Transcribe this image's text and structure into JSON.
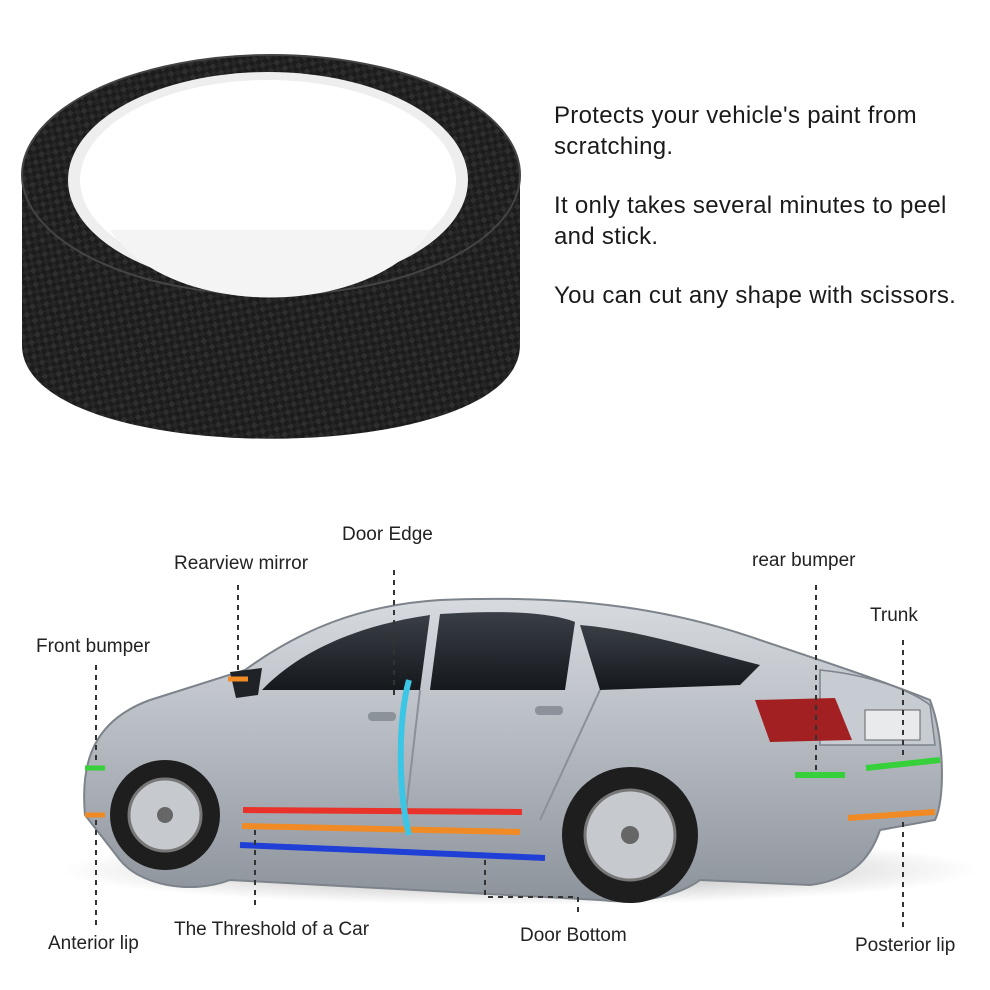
{
  "features": [
    "Protects your vehicle's paint from scratching.",
    "It only takes several minutes to peel and stick.",
    "You can cut any shape with scissors."
  ],
  "labels": {
    "door_edge": "Door Edge",
    "rearview_mirror": "Rearview mirror",
    "rear_bumper": "rear bumper",
    "trunk": "Trunk",
    "front_bumper": "Front bumper",
    "anterior_lip": "Anterior lip",
    "threshold": "The Threshold of a Car",
    "door_bottom": "Door Bottom",
    "posterior_lip": "Posterior lip"
  },
  "colors": {
    "tape": "#1b1b1b",
    "red_strip": "#e8322a",
    "orange_strip": "#f08a24",
    "blue_strip": "#1f3fd6",
    "cyan_strip": "#3cc6e6",
    "green_strip": "#36d13a",
    "car_body": "#b9bec4"
  }
}
